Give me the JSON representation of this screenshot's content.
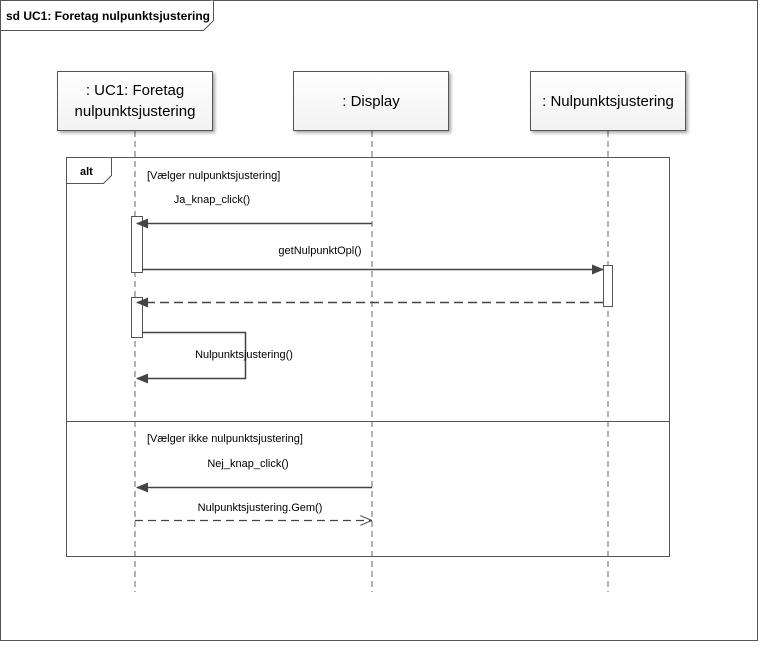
{
  "diagram": {
    "frame_title": "sd UC1: Foretag nulpunktsjustering",
    "lifelines": [
      {
        "id": "uc1",
        "label_lines": [
          ": UC1: Foretag",
          "nulpunktsjustering"
        ]
      },
      {
        "id": "display",
        "label_lines": [
          ": Display"
        ]
      },
      {
        "id": "nulpunkt",
        "label_lines": [
          ": Nulpunktsjustering"
        ]
      }
    ],
    "alt": {
      "label": "alt",
      "guards": [
        "[Vælger nulpunktsjustering]",
        "[Vælger ikke nulpunktsjustering]"
      ]
    },
    "messages": [
      {
        "label": "Ja_knap_click()",
        "from": "display",
        "to": "uc1",
        "style": "sync"
      },
      {
        "label": "getNulpunktOpl()",
        "from": "uc1",
        "to": "nulpunkt",
        "style": "sync"
      },
      {
        "label": "",
        "from": "nulpunkt",
        "to": "uc1",
        "style": "return"
      },
      {
        "label": "Nulpunktsjustering()",
        "from": "uc1",
        "to": "uc1",
        "style": "self"
      },
      {
        "label": "Nej_knap_click()",
        "from": "display",
        "to": "uc1",
        "style": "sync"
      },
      {
        "label": "Nulpunktsjustering.Gem()",
        "from": "uc1",
        "to": "display",
        "style": "return-open"
      }
    ]
  }
}
